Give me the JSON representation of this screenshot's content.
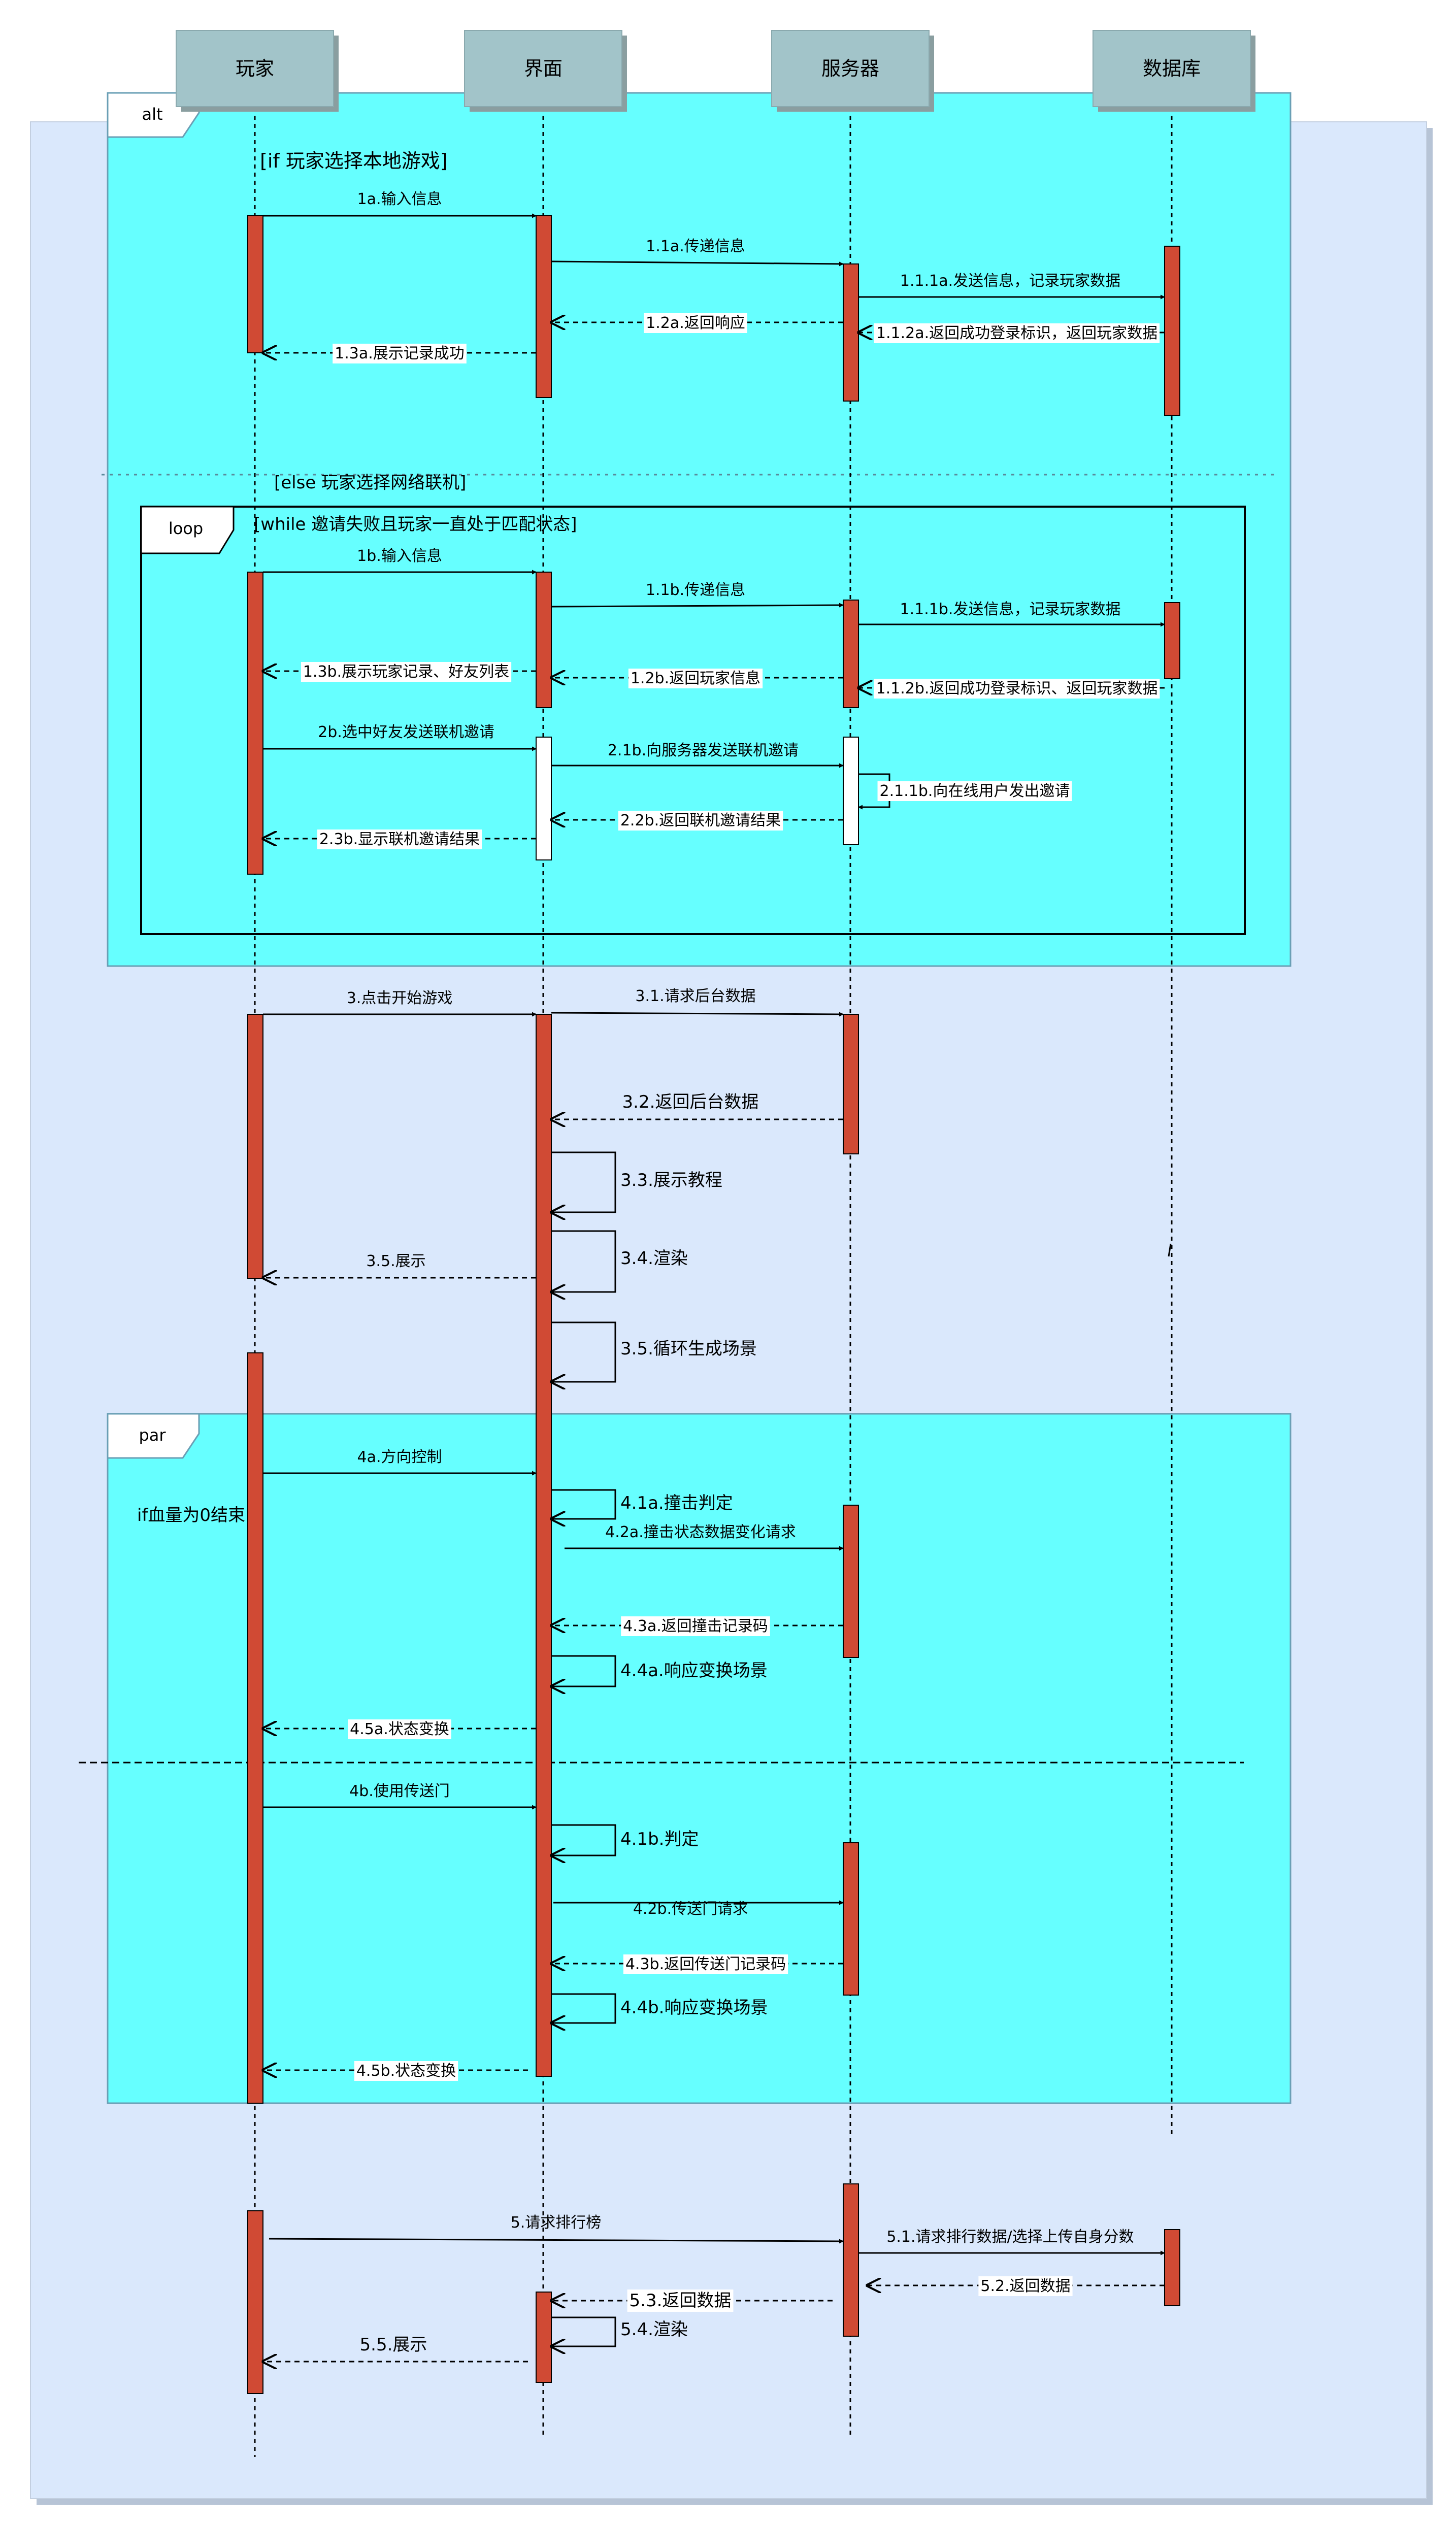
{
  "participants": [
    {
      "id": "player",
      "label": "玩家"
    },
    {
      "id": "ui",
      "label": "界面"
    },
    {
      "id": "server",
      "label": "服务器"
    },
    {
      "id": "db",
      "label": "数据库"
    }
  ],
  "frames": {
    "alt": {
      "tag": "alt",
      "cond_if": "[if 玩家选择本地游戏]",
      "cond_else": "[else 玩家选择网络联机]"
    },
    "loop": {
      "tag": "loop",
      "cond": "[while 邀请失败且玩家一直处于匹配状态]"
    },
    "par": {
      "tag": "par",
      "note": "if血量为0结束"
    }
  },
  "messages": [
    {
      "id": "m1a",
      "label": "1a.输入信息"
    },
    {
      "id": "m11a",
      "label": "1.1a.传递信息"
    },
    {
      "id": "m111a",
      "label": "1.1.1a.发送信息，记录玩家数据"
    },
    {
      "id": "m112a",
      "label": "1.1.2a.返回成功登录标识，返回玩家数据"
    },
    {
      "id": "m12a",
      "label": "1.2a.返回响应"
    },
    {
      "id": "m13a",
      "label": "1.3a.展示记录成功"
    },
    {
      "id": "m1b",
      "label": "1b.输入信息"
    },
    {
      "id": "m11b",
      "label": "1.1b.传递信息"
    },
    {
      "id": "m111b",
      "label": "1.1.1b.发送信息，记录玩家数据"
    },
    {
      "id": "m112b",
      "label": "1.1.2b.返回成功登录标识、返回玩家数据"
    },
    {
      "id": "m12b",
      "label": "1.2b.返回玩家信息"
    },
    {
      "id": "m13b",
      "label": "1.3b.展示玩家记录、好友列表"
    },
    {
      "id": "m2b",
      "label": "2b.选中好友发送联机邀请"
    },
    {
      "id": "m21b",
      "label": "2.1b.向服务器发送联机邀请"
    },
    {
      "id": "m211b",
      "label": "2.1.1b.向在线用户发出邀请"
    },
    {
      "id": "m22b",
      "label": "2.2b.返回联机邀请结果"
    },
    {
      "id": "m23b",
      "label": "2.3b.显示联机邀请结果"
    },
    {
      "id": "m3",
      "label": "3.点击开始游戏"
    },
    {
      "id": "m31",
      "label": "3.1.请求后台数据"
    },
    {
      "id": "m32",
      "label": "3.2.返回后台数据"
    },
    {
      "id": "m33",
      "label": "3.3.展示教程"
    },
    {
      "id": "m34",
      "label": "3.4.渲染"
    },
    {
      "id": "m35a",
      "label": "3.5.展示"
    },
    {
      "id": "m35b",
      "label": "3.5.循环生成场景"
    },
    {
      "id": "m4a",
      "label": "4a.方向控制"
    },
    {
      "id": "m41a",
      "label": "4.1a.撞击判定"
    },
    {
      "id": "m42a",
      "label": "4.2a.撞击状态数据变化请求"
    },
    {
      "id": "m43a",
      "label": "4.3a.返回撞击记录码"
    },
    {
      "id": "m44a",
      "label": "4.4a.响应变换场景"
    },
    {
      "id": "m45a",
      "label": "4.5a.状态变换"
    },
    {
      "id": "m4b",
      "label": "4b.使用传送门"
    },
    {
      "id": "m41b",
      "label": "4.1b.判定"
    },
    {
      "id": "m42b",
      "label": "4.2b.传送门请求"
    },
    {
      "id": "m43b",
      "label": "4.3b.返回传送门记录码"
    },
    {
      "id": "m44b",
      "label": "4.4b.响应变换场景"
    },
    {
      "id": "m45b",
      "label": "4.5b.状态变换"
    },
    {
      "id": "m5",
      "label": "5.请求排行榜"
    },
    {
      "id": "m51",
      "label": "5.1.请求排行数据/选择上传自身分数"
    },
    {
      "id": "m52",
      "label": "5.2.返回数据"
    },
    {
      "id": "m53",
      "label": "5.3.返回数据"
    },
    {
      "id": "m54",
      "label": "5.4.渲染"
    },
    {
      "id": "m55",
      "label": "5.5.展示"
    }
  ],
  "colors": {
    "background": "#dae8fc",
    "participant_box": "#a2c4c9",
    "frame_fill": "#66ffff",
    "activation": "#d04a34",
    "activation_plain": "#ffffff",
    "line": "#000000"
  }
}
